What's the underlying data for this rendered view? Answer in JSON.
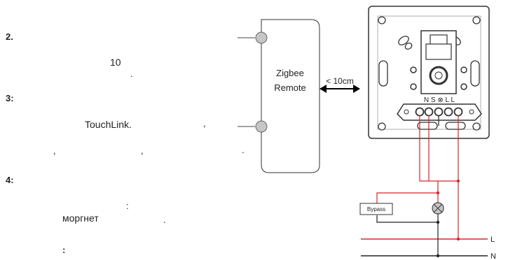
{
  "instructions": {
    "step2_heading": "2.",
    "step2_number": "10",
    "step2_dot": ".",
    "step3_heading": "3:",
    "step3_touchlink": "TouchLink.",
    "step3_comma1": ",",
    "step3_comma2": ",",
    "step3_comma3": ",",
    "step3_dot": ".",
    "step4_heading": "4:",
    "step4_colon": ":",
    "step4_word": "моргнет",
    "step4_dot": ".",
    "note_colon": ":"
  },
  "remote": {
    "label_line1": "Zigbee",
    "label_line2": "Remote",
    "distance_label": "< 10cm"
  },
  "dimmer": {
    "terminal_labels": "N S ⊗ L L"
  },
  "wiring": {
    "bypass_label": "Bypass",
    "line_label": "L",
    "neutral_label": "N",
    "wire_color_red": "#d6262b",
    "wire_color_black": "#222222"
  }
}
